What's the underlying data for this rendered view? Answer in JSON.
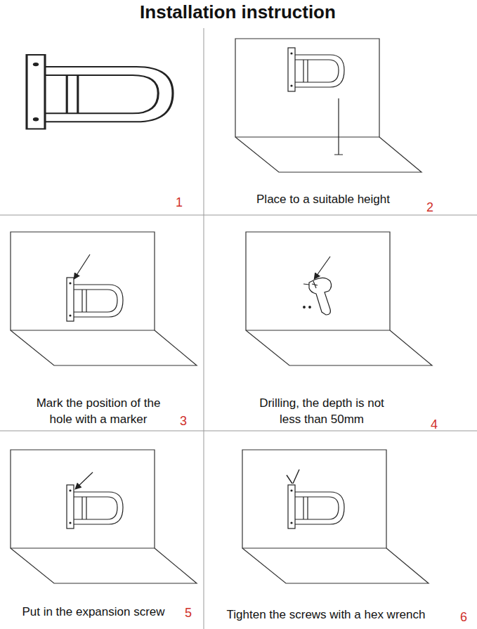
{
  "diagram": {
    "title": "Installation instruction",
    "labels": [
      "1",
      "Place to a suitable height",
      "2",
      "Mark the position of the hole with a marker",
      "3",
      "Drilling, the depth is not less than 50mm",
      "4",
      "Put in the expansion screw",
      "5",
      "Tighten the screws with a hex wrench",
      "6"
    ]
  }
}
